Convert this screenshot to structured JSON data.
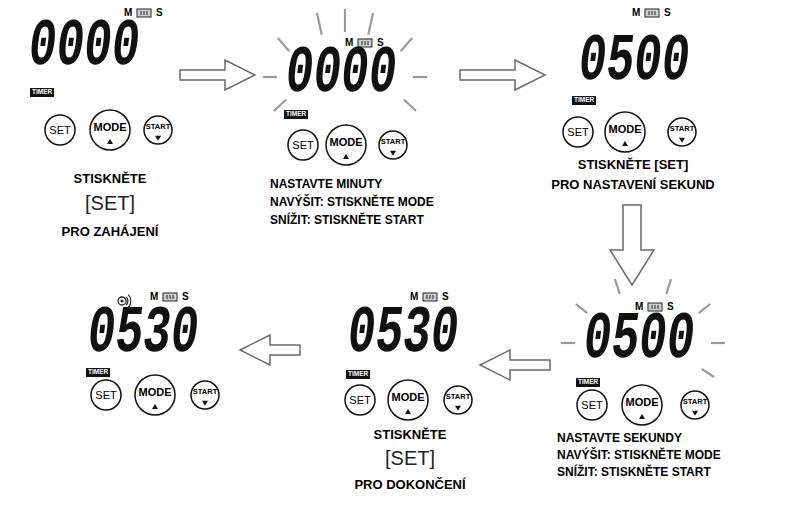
{
  "diagram": {
    "nodes": [
      {
        "text": [
          "0000",
          "M",
          "S",
          "STISKNĚTE",
          "[SET]",
          "PRO ZAHÁJENÍ"
        ]
      },
      {
        "text": [
          "TIMER"
        ],
        "in": 0
      },
      {
        "text": [
          "SET"
        ],
        "in": 0
      },
      {
        "text": [
          "MODE"
        ],
        "in": 0
      },
      {
        "text": [
          "START"
        ],
        "in": 0
      },
      {
        "text": [
          "0000",
          "M",
          "S",
          "NASTAVTE MINUTY",
          "NAVÝŠIT: STISKNĚTE MODE",
          "SNÍŽIT: STISKNĚTE START"
        ]
      },
      {
        "text": [
          "TIMER"
        ],
        "in": 5
      },
      {
        "text": [
          "SET"
        ],
        "in": 5
      },
      {
        "text": [
          "MODE"
        ],
        "in": 5
      },
      {
        "text": [
          "START"
        ],
        "in": 5
      },
      {
        "text": [
          "0500",
          "M",
          "S",
          "STISKNĚTE [SET]",
          "PRO NASTAVENÍ SEKUND"
        ]
      },
      {
        "text": [
          "TIMER"
        ],
        "in": 10
      },
      {
        "text": [
          "SET"
        ],
        "in": 10
      },
      {
        "text": [
          "MODE"
        ],
        "in": 10
      },
      {
        "text": [
          "START"
        ],
        "in": 10
      },
      {
        "text": [
          "0500",
          "M",
          "S",
          "NASTAVTE SEKUNDY",
          "NAVÝŠIT: STISKNĚTE MODE",
          "SNÍŽIT: STISKNĚTE START"
        ]
      },
      {
        "text": [
          "TIMER"
        ],
        "in": 15
      },
      {
        "text": [
          "SET"
        ],
        "in": 15
      },
      {
        "text": [
          "MODE"
        ],
        "in": 15
      },
      {
        "text": [
          "START"
        ],
        "in": 15
      },
      {
        "text": [
          "0530",
          "M",
          "S",
          "STISKNĚTE",
          "[SET]",
          "PRO DOKONČENÍ"
        ]
      },
      {
        "text": [
          "TIMER"
        ],
        "in": 20
      },
      {
        "text": [
          "SET"
        ],
        "in": 20
      },
      {
        "text": [
          "MODE"
        ],
        "in": 20
      },
      {
        "text": [
          "START"
        ],
        "in": 20
      },
      {
        "text": [
          "0530",
          "M",
          "S"
        ]
      },
      {
        "text": [
          "TIMER"
        ],
        "in": 25
      },
      {
        "text": [
          "SET"
        ],
        "in": 25
      },
      {
        "text": [
          "MODE"
        ],
        "in": 25
      },
      {
        "text": [
          "START"
        ],
        "in": 25
      }
    ],
    "edges": [
      {
        "from": 0,
        "to": 5,
        "arrow": "to"
      },
      {
        "from": 5,
        "to": 10,
        "arrow": "to"
      },
      {
        "from": 10,
        "to": 15,
        "arrow": "to"
      },
      {
        "from": 15,
        "to": 20,
        "arrow": "to"
      },
      {
        "from": 20,
        "to": 25,
        "arrow": "to"
      }
    ]
  }
}
